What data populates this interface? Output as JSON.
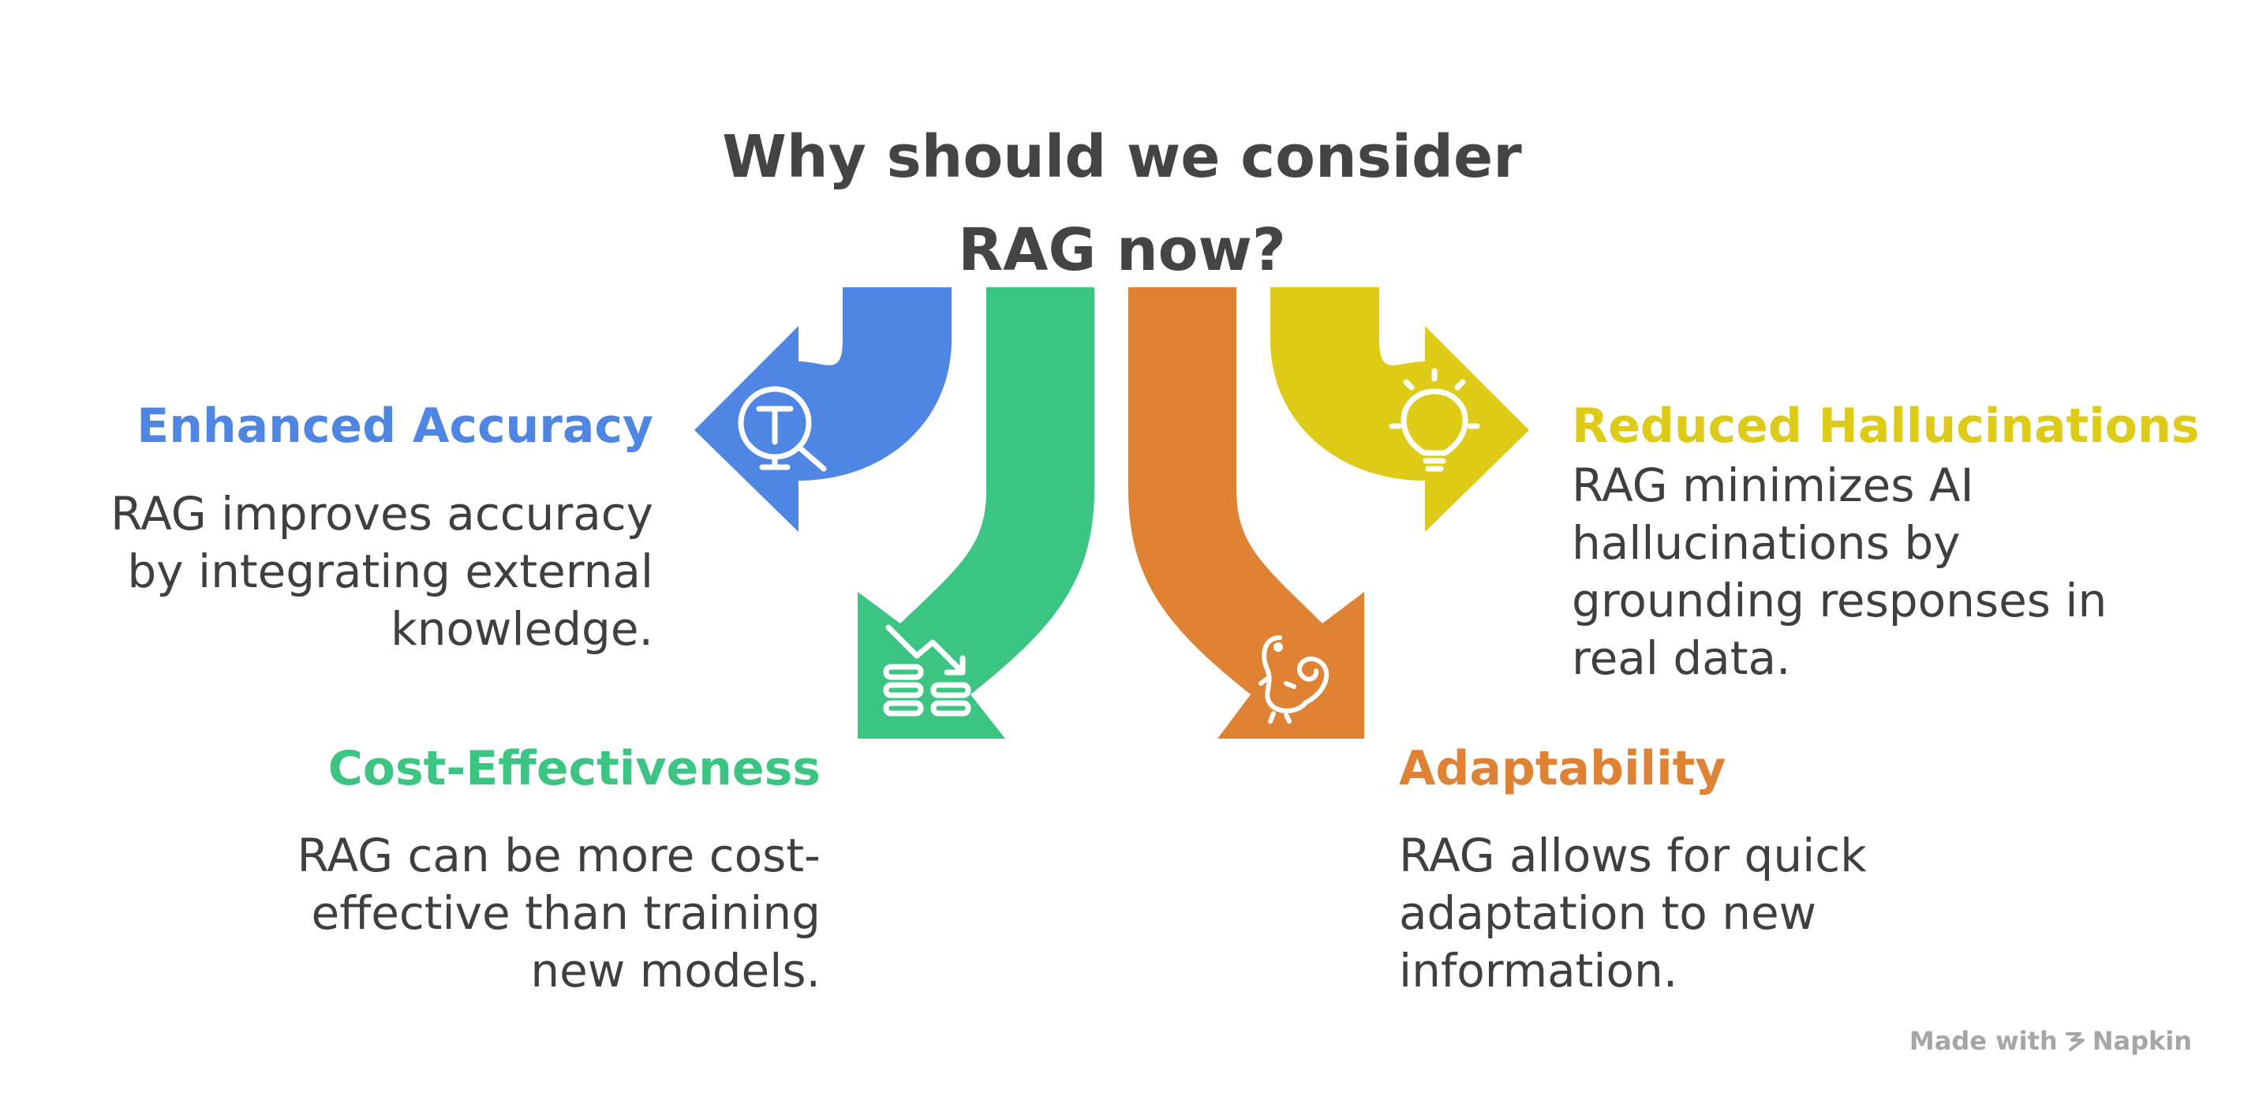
{
  "title": {
    "line1": "Why should we consider",
    "line2": "RAG now?"
  },
  "items": [
    {
      "heading": "Enhanced Accuracy",
      "lines": [
        "RAG improves accuracy",
        "by integrating external",
        "knowledge."
      ],
      "icon": "magnifier-text-icon",
      "color": "#4f86e4"
    },
    {
      "heading": "Cost-Effectiveness",
      "lines": [
        "RAG can be more cost-",
        "effective than training",
        "new models."
      ],
      "icon": "declining-coins-chart-icon",
      "color": "#3cc482"
    },
    {
      "heading": "Adaptability",
      "lines": [
        "RAG allows for quick",
        "adaptation to new",
        "information."
      ],
      "icon": "chameleon-icon",
      "color": "#df8233"
    },
    {
      "heading": "Reduced Hallucinations",
      "lines": [
        "RAG minimizes AI",
        "hallucinations by",
        "grounding responses in",
        "real data."
      ],
      "icon": "lightbulb-icon",
      "color": "#ddcb17"
    }
  ],
  "branding": {
    "text": "Made with",
    "product": "Napkin",
    "icon": "napkin-logo-icon"
  }
}
